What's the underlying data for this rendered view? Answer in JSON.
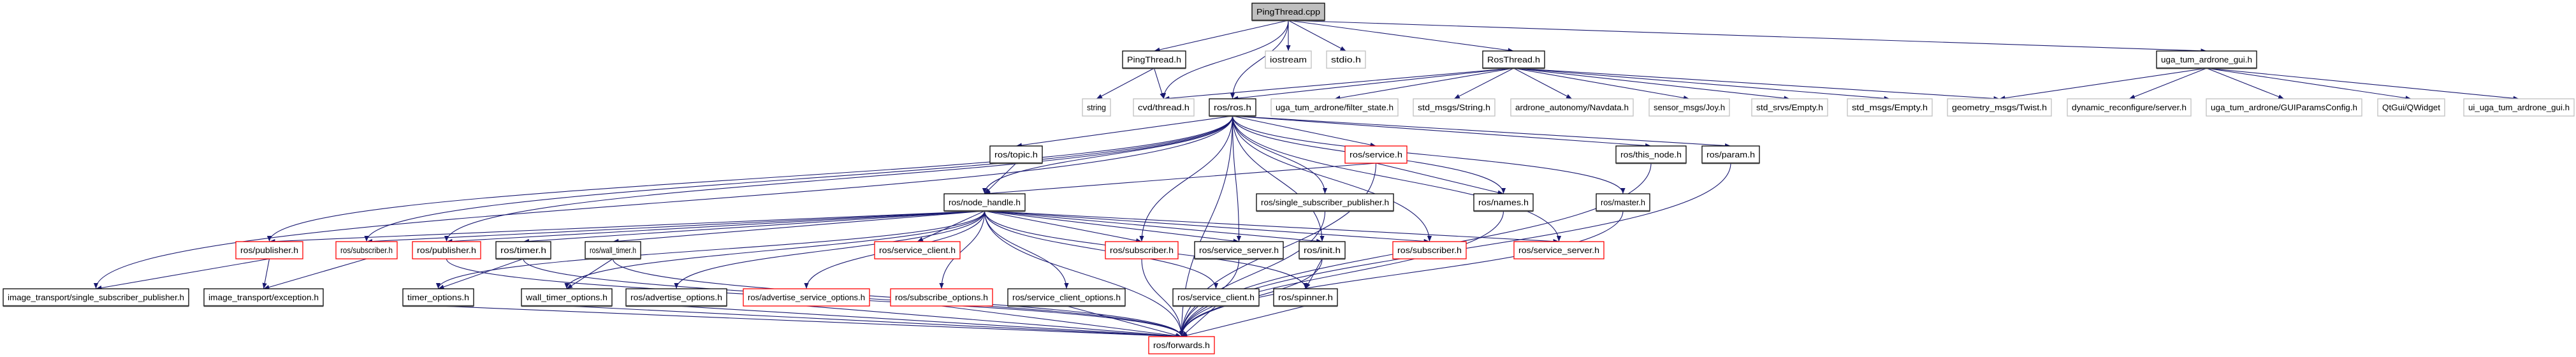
{
  "colors": {
    "edge": "#191970",
    "root_fill": "#bfbfbf",
    "documented_border": "#000000",
    "undocumented_border": "#bfbfbf",
    "truncated_border": "#ff0000"
  },
  "nodes": [
    {
      "id": "pingthread_cpp",
      "label": "PingThread.cpp",
      "style": "root"
    },
    {
      "id": "pingthread_h",
      "label": "PingThread.h",
      "style": "black"
    },
    {
      "id": "iostream",
      "label": "iostream",
      "style": "gray"
    },
    {
      "id": "stdio",
      "label": "stdio.h",
      "style": "gray"
    },
    {
      "id": "rosthread",
      "label": "RosThread.h",
      "style": "black"
    },
    {
      "id": "gui_h",
      "label": "uga_tum_ardrone_gui.h",
      "style": "black"
    },
    {
      "id": "string",
      "label": "string",
      "style": "gray"
    },
    {
      "id": "cvd",
      "label": "cvd/thread.h",
      "style": "gray"
    },
    {
      "id": "ros",
      "label": "ros/ros.h",
      "style": "black"
    },
    {
      "id": "filter_state",
      "label": "uga_tum_ardrone/filter_state.h",
      "style": "gray"
    },
    {
      "id": "msg_string",
      "label": "std_msgs/String.h",
      "style": "gray"
    },
    {
      "id": "navdata",
      "label": "ardrone_autonomy/Navdata.h",
      "style": "gray"
    },
    {
      "id": "joy",
      "label": "sensor_msgs/Joy.h",
      "style": "gray"
    },
    {
      "id": "srv_empty",
      "label": "std_srvs/Empty.h",
      "style": "gray"
    },
    {
      "id": "msg_empty",
      "label": "std_msgs/Empty.h",
      "style": "gray"
    },
    {
      "id": "twist",
      "label": "geometry_msgs/Twist.h",
      "style": "gray"
    },
    {
      "id": "dyn_server",
      "label": "dynamic_reconfigure/server.h",
      "style": "gray"
    },
    {
      "id": "gui_params",
      "label": "uga_tum_ardrone/GUIParamsConfig.h",
      "style": "gray"
    },
    {
      "id": "qwidget",
      "label": "QtGui/QWidget",
      "style": "gray"
    },
    {
      "id": "ui_gui",
      "label": "ui_uga_tum_ardrone_gui.h",
      "style": "gray"
    },
    {
      "id": "topic",
      "label": "ros/topic.h",
      "style": "black"
    },
    {
      "id": "service",
      "label": "ros/service.h",
      "style": "red"
    },
    {
      "id": "this_node",
      "label": "ros/this_node.h",
      "style": "black"
    },
    {
      "id": "param",
      "label": "ros/param.h",
      "style": "black"
    },
    {
      "id": "node_handle",
      "label": "ros/node_handle.h",
      "style": "black"
    },
    {
      "id": "ssp",
      "label": "ros/single_subscriber_publisher.h",
      "style": "black"
    },
    {
      "id": "names",
      "label": "ros/names.h",
      "style": "black"
    },
    {
      "id": "master",
      "label": "ros/master.h",
      "style": "black"
    },
    {
      "id": "publisher1",
      "label": "ros/publisher.h",
      "style": "red"
    },
    {
      "id": "subscriber1",
      "label": "ros/subscriber.h",
      "style": "red"
    },
    {
      "id": "publisher2",
      "label": "ros/publisher.h",
      "style": "red"
    },
    {
      "id": "timer",
      "label": "ros/timer.h",
      "style": "black"
    },
    {
      "id": "wall_timer",
      "label": "ros/wall_timer.h",
      "style": "black"
    },
    {
      "id": "service_client1",
      "label": "ros/service_client.h",
      "style": "red"
    },
    {
      "id": "subscriber2",
      "label": "ros/subscriber.h",
      "style": "red"
    },
    {
      "id": "service_server1",
      "label": "ros/service_server.h",
      "style": "black"
    },
    {
      "id": "init",
      "label": "ros/init.h",
      "style": "black"
    },
    {
      "id": "subscriber3",
      "label": "ros/subscriber.h",
      "style": "red"
    },
    {
      "id": "service_server2",
      "label": "ros/service_server.h",
      "style": "red"
    },
    {
      "id": "it_ssp",
      "label": "image_transport/single_subscriber_publisher.h",
      "style": "black"
    },
    {
      "id": "it_exception",
      "label": "image_transport/exception.h",
      "style": "black"
    },
    {
      "id": "timer_options",
      "label": "timer_options.h",
      "style": "black"
    },
    {
      "id": "wall_timer_options",
      "label": "wall_timer_options.h",
      "style": "black"
    },
    {
      "id": "advertise_options",
      "label": "ros/advertise_options.h",
      "style": "black"
    },
    {
      "id": "adv_service_options",
      "label": "ros/advertise_service_options.h",
      "style": "red"
    },
    {
      "id": "subscribe_options",
      "label": "ros/subscribe_options.h",
      "style": "red"
    },
    {
      "id": "service_client_options",
      "label": "ros/service_client_options.h",
      "style": "black"
    },
    {
      "id": "service_client2",
      "label": "ros/service_client.h",
      "style": "black"
    },
    {
      "id": "spinner",
      "label": "ros/spinner.h",
      "style": "black"
    },
    {
      "id": "forwards",
      "label": "ros/forwards.h",
      "style": "red"
    }
  ],
  "edges": [
    [
      "pingthread_cpp",
      "pingthread_h"
    ],
    [
      "pingthread_cpp",
      "cvd"
    ],
    [
      "pingthread_cpp",
      "ros"
    ],
    [
      "pingthread_cpp",
      "iostream"
    ],
    [
      "pingthread_cpp",
      "stdio"
    ],
    [
      "pingthread_cpp",
      "rosthread"
    ],
    [
      "pingthread_cpp",
      "gui_h"
    ],
    [
      "pingthread_h",
      "string"
    ],
    [
      "pingthread_h",
      "cvd"
    ],
    [
      "rosthread",
      "cvd"
    ],
    [
      "rosthread",
      "ros"
    ],
    [
      "rosthread",
      "filter_state"
    ],
    [
      "rosthread",
      "msg_string"
    ],
    [
      "rosthread",
      "navdata"
    ],
    [
      "rosthread",
      "joy"
    ],
    [
      "rosthread",
      "srv_empty"
    ],
    [
      "rosthread",
      "msg_empty"
    ],
    [
      "rosthread",
      "twist"
    ],
    [
      "gui_h",
      "twist"
    ],
    [
      "gui_h",
      "dyn_server"
    ],
    [
      "gui_h",
      "gui_params"
    ],
    [
      "gui_h",
      "qwidget"
    ],
    [
      "gui_h",
      "ui_gui"
    ],
    [
      "ros",
      "topic"
    ],
    [
      "ros",
      "node_handle"
    ],
    [
      "ros",
      "service"
    ],
    [
      "ros",
      "this_node"
    ],
    [
      "ros",
      "param"
    ],
    [
      "ros",
      "names"
    ],
    [
      "ros",
      "master"
    ],
    [
      "ros",
      "ssp"
    ],
    [
      "ros",
      "init"
    ],
    [
      "ros",
      "publisher1"
    ],
    [
      "ros",
      "subscriber1"
    ],
    [
      "ros",
      "publisher2"
    ],
    [
      "ros",
      "service_server1"
    ],
    [
      "ros",
      "service_server2"
    ],
    [
      "ros",
      "subscriber2"
    ],
    [
      "ros",
      "subscriber3"
    ],
    [
      "ros",
      "it_ssp"
    ],
    [
      "ros",
      "forwards"
    ],
    [
      "topic",
      "node_handle"
    ],
    [
      "service",
      "node_handle"
    ],
    [
      "service",
      "names"
    ],
    [
      "service",
      "forwards"
    ],
    [
      "this_node",
      "forwards"
    ],
    [
      "param",
      "forwards"
    ],
    [
      "master",
      "forwards"
    ],
    [
      "names",
      "forwards"
    ],
    [
      "ssp",
      "forwards"
    ],
    [
      "node_handle",
      "publisher1"
    ],
    [
      "node_handle",
      "subscriber1"
    ],
    [
      "node_handle",
      "publisher2"
    ],
    [
      "node_handle",
      "timer"
    ],
    [
      "node_handle",
      "wall_timer"
    ],
    [
      "node_handle",
      "service_client1"
    ],
    [
      "node_handle",
      "subscriber2"
    ],
    [
      "node_handle",
      "service_server1"
    ],
    [
      "node_handle",
      "init"
    ],
    [
      "node_handle",
      "subscriber3"
    ],
    [
      "node_handle",
      "service_server2"
    ],
    [
      "node_handle",
      "timer_options"
    ],
    [
      "node_handle",
      "wall_timer_options"
    ],
    [
      "node_handle",
      "advertise_options"
    ],
    [
      "node_handle",
      "adv_service_options"
    ],
    [
      "node_handle",
      "subscribe_options"
    ],
    [
      "node_handle",
      "service_client_options"
    ],
    [
      "node_handle",
      "service_client2"
    ],
    [
      "node_handle",
      "spinner"
    ],
    [
      "node_handle",
      "forwards"
    ],
    [
      "publisher1",
      "it_ssp"
    ],
    [
      "publisher1",
      "it_exception"
    ],
    [
      "subscriber1",
      "it_exception"
    ],
    [
      "publisher2",
      "forwards"
    ],
    [
      "timer",
      "timer_options"
    ],
    [
      "timer",
      "forwards"
    ],
    [
      "wall_timer",
      "wall_timer_options"
    ],
    [
      "wall_timer",
      "forwards"
    ],
    [
      "service_server1",
      "forwards"
    ],
    [
      "init",
      "spinner"
    ],
    [
      "init",
      "forwards"
    ],
    [
      "subscriber2",
      "forwards"
    ],
    [
      "timer_options",
      "forwards"
    ],
    [
      "wall_timer_options",
      "forwards"
    ],
    [
      "advertise_options",
      "forwards"
    ],
    [
      "adv_service_options",
      "forwards"
    ],
    [
      "subscribe_options",
      "forwards"
    ],
    [
      "service_client_options",
      "forwards"
    ],
    [
      "service_client2",
      "forwards"
    ],
    [
      "spinner",
      "forwards"
    ]
  ]
}
